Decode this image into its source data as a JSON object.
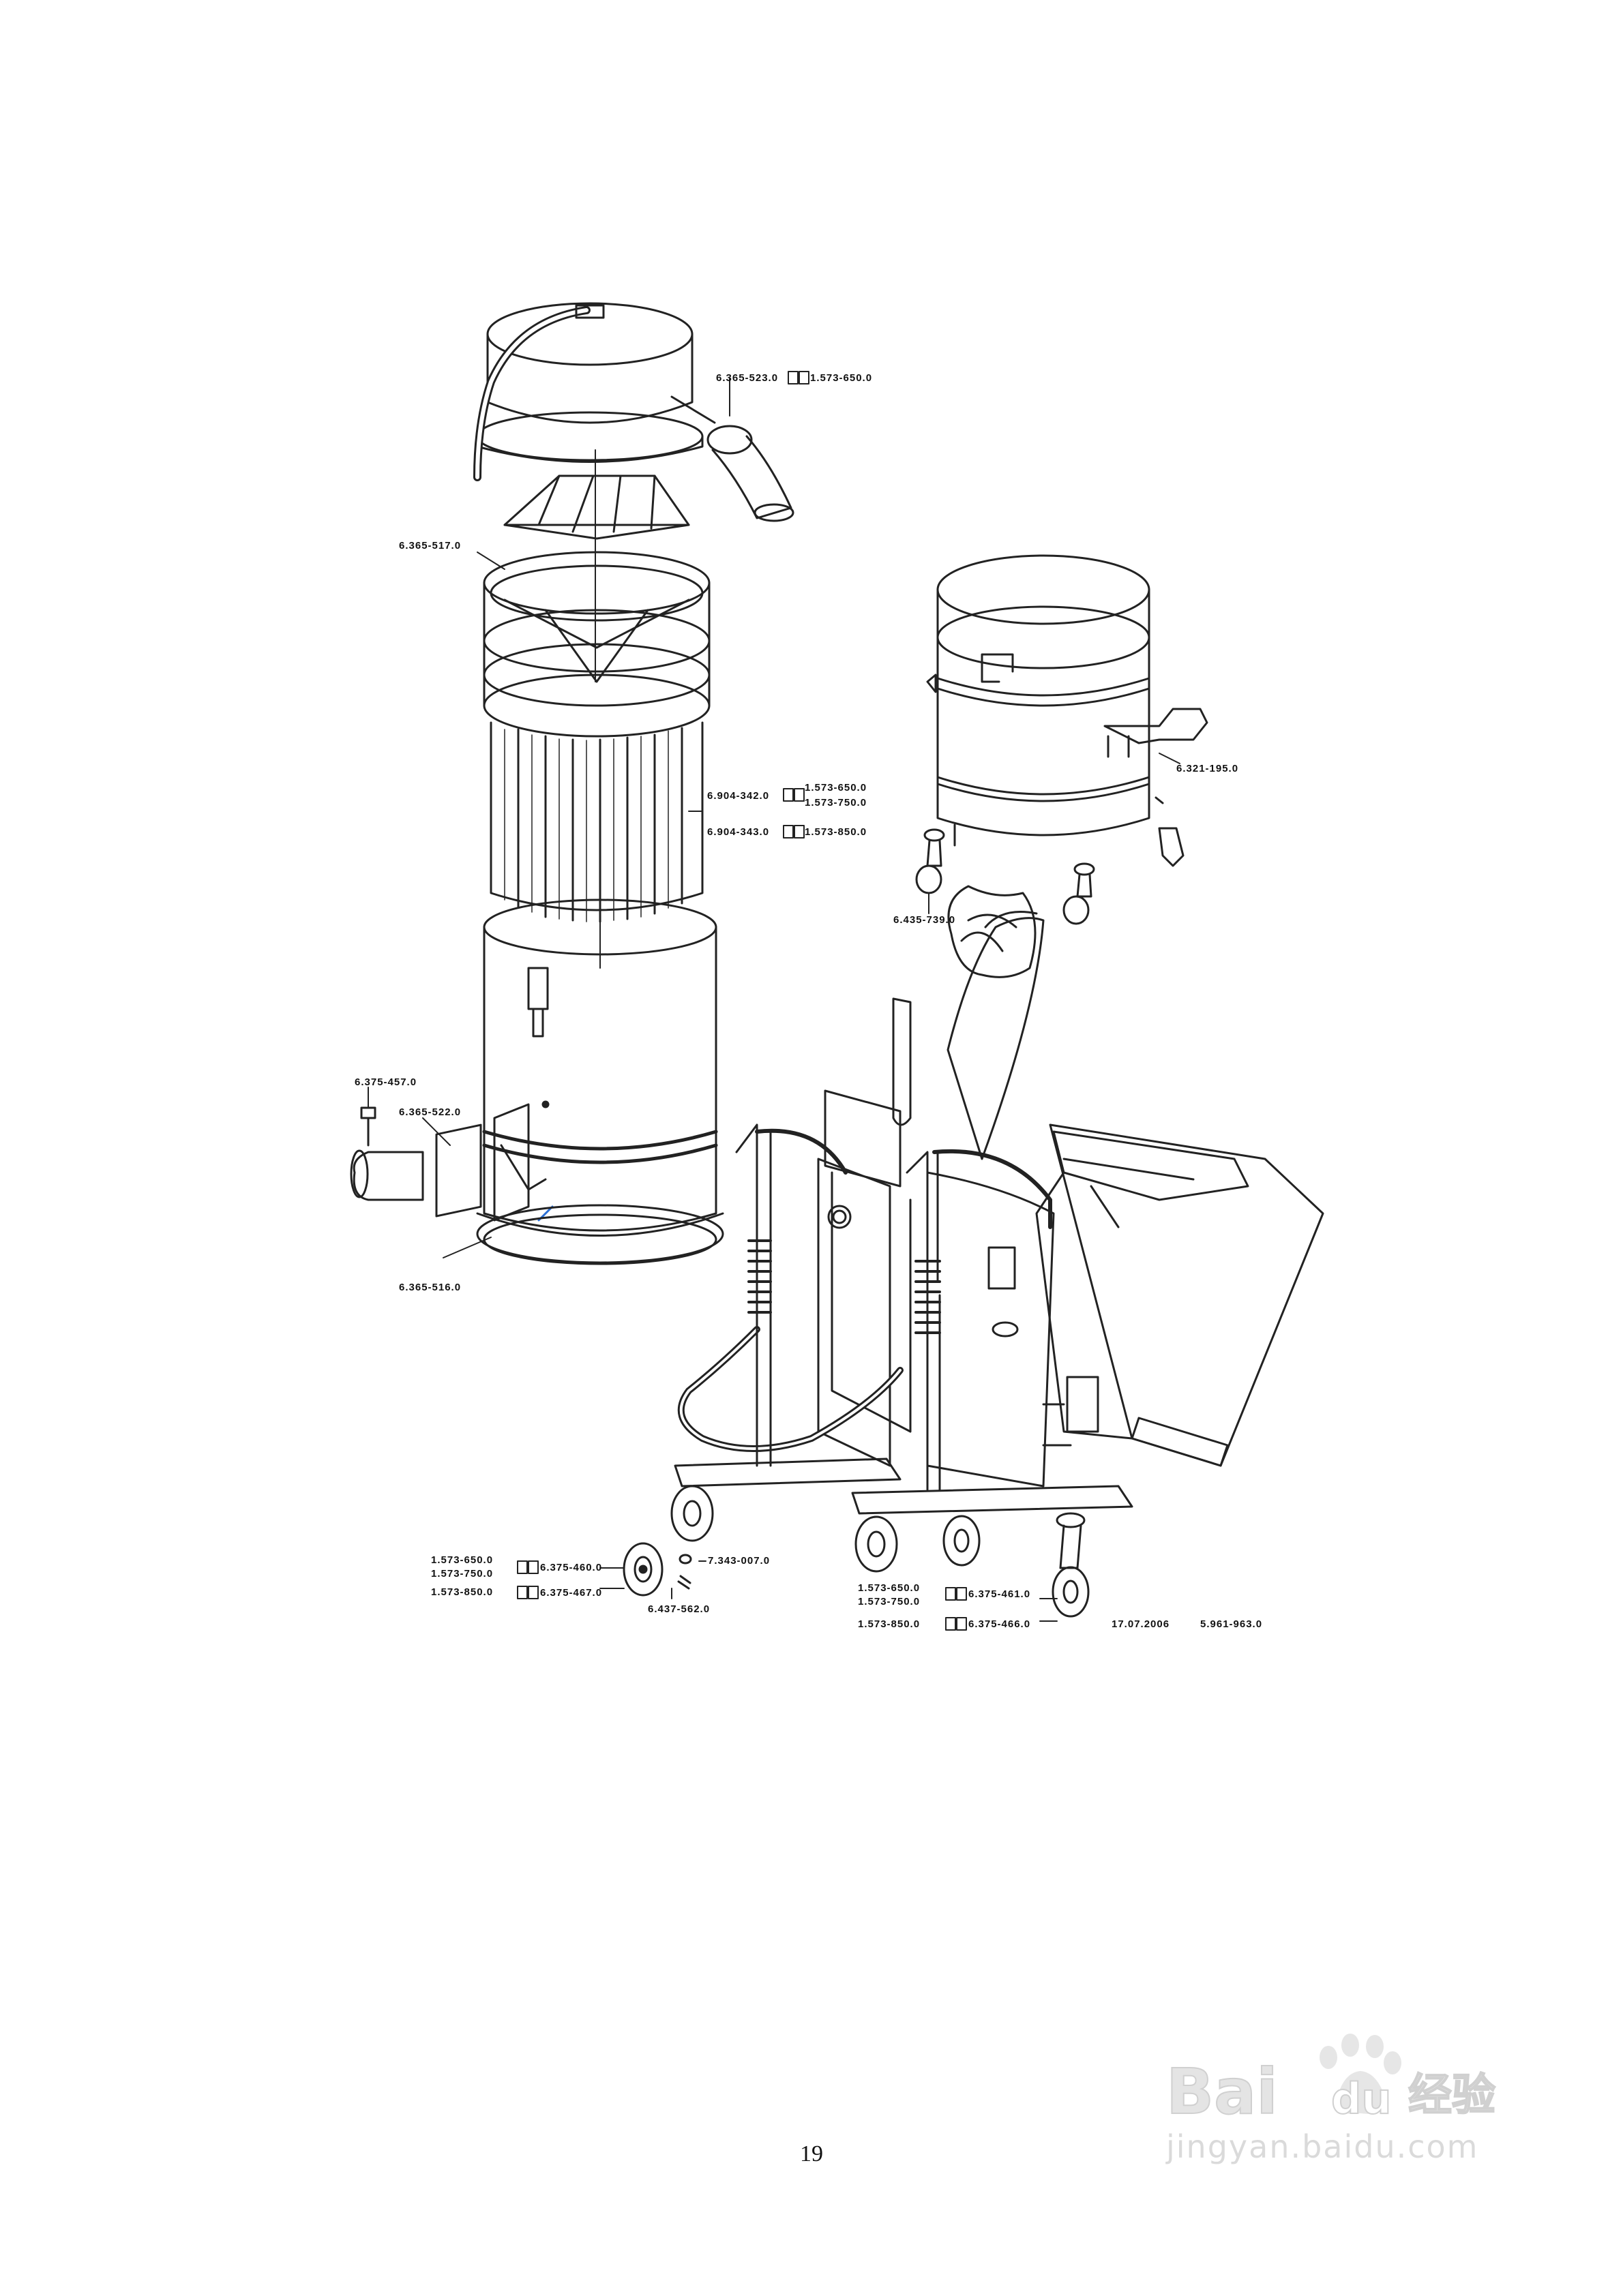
{
  "document": {
    "page_number": "19",
    "date_code": "17.07.2006",
    "drawing_number": "5.961-963.0"
  },
  "part_labels": {
    "lid_elbow": "6.365-523.0",
    "lid_elbow_ref": "1.573-650.0",
    "filter_cage": "6.365-517.0",
    "filter_a": "6.904-342.0",
    "filter_a_ref1": "1.573-650.0",
    "filter_a_ref2": "1.573-750.0",
    "filter_b": "6.904-343.0",
    "filter_b_ref": "1.573-850.0",
    "screw": "6.375-457.0",
    "inlet_plate": "6.365-522.0",
    "base_ring": "6.365-516.0",
    "handle": "6.321-195.0",
    "caster_small": "6.435-739.0",
    "wheel_ref1": "1.573-650.0",
    "wheel_ref2": "1.573-750.0",
    "wheel_ref3": "1.573-850.0",
    "wheel_a": "6.375-460.0",
    "wheel_b": "6.375-467.0",
    "washer": "7.343-007.0",
    "axle": "6.437-562.0",
    "caster_ref1": "1.573-650.0",
    "caster_ref2": "1.573-750.0",
    "caster_ref3": "1.573-850.0",
    "caster_a": "6.375-461.0",
    "caster_b": "6.375-466.0"
  },
  "watermark": {
    "brand": "Bai",
    "brand2": "du",
    "cn_text": "经验",
    "url": "jingyan.baidu.com"
  }
}
